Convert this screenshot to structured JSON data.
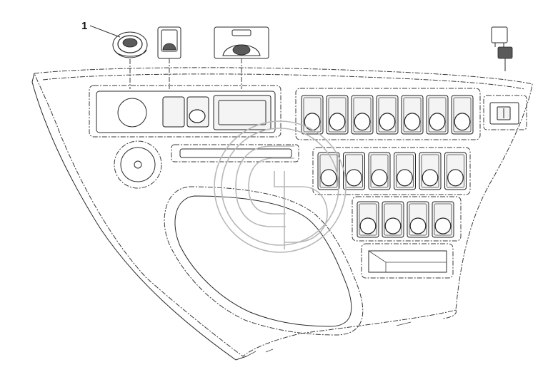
{
  "diagram": {
    "callouts": [
      {
        "label": "1",
        "target": "round-switch-plug"
      }
    ],
    "switch_rows": {
      "top_row_count": 7,
      "middle_row_count": 6,
      "lower_row_count": 4
    },
    "colors": {
      "line": "#2a2a2a",
      "watermark": "#b8b8b8",
      "background": "#ffffff"
    }
  }
}
